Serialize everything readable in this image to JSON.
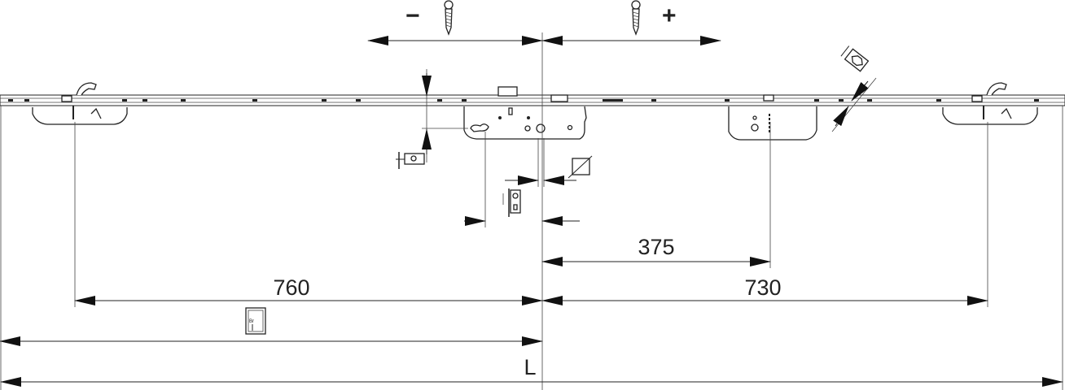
{
  "labels": {
    "minus": "−",
    "plus": "+",
    "dim_375": "375",
    "dim_760": "760",
    "dim_730": "730",
    "dim_L": "L",
    "height_icon_text": "Br"
  },
  "colors": {
    "line": "#222222",
    "background": "#ffffff"
  }
}
